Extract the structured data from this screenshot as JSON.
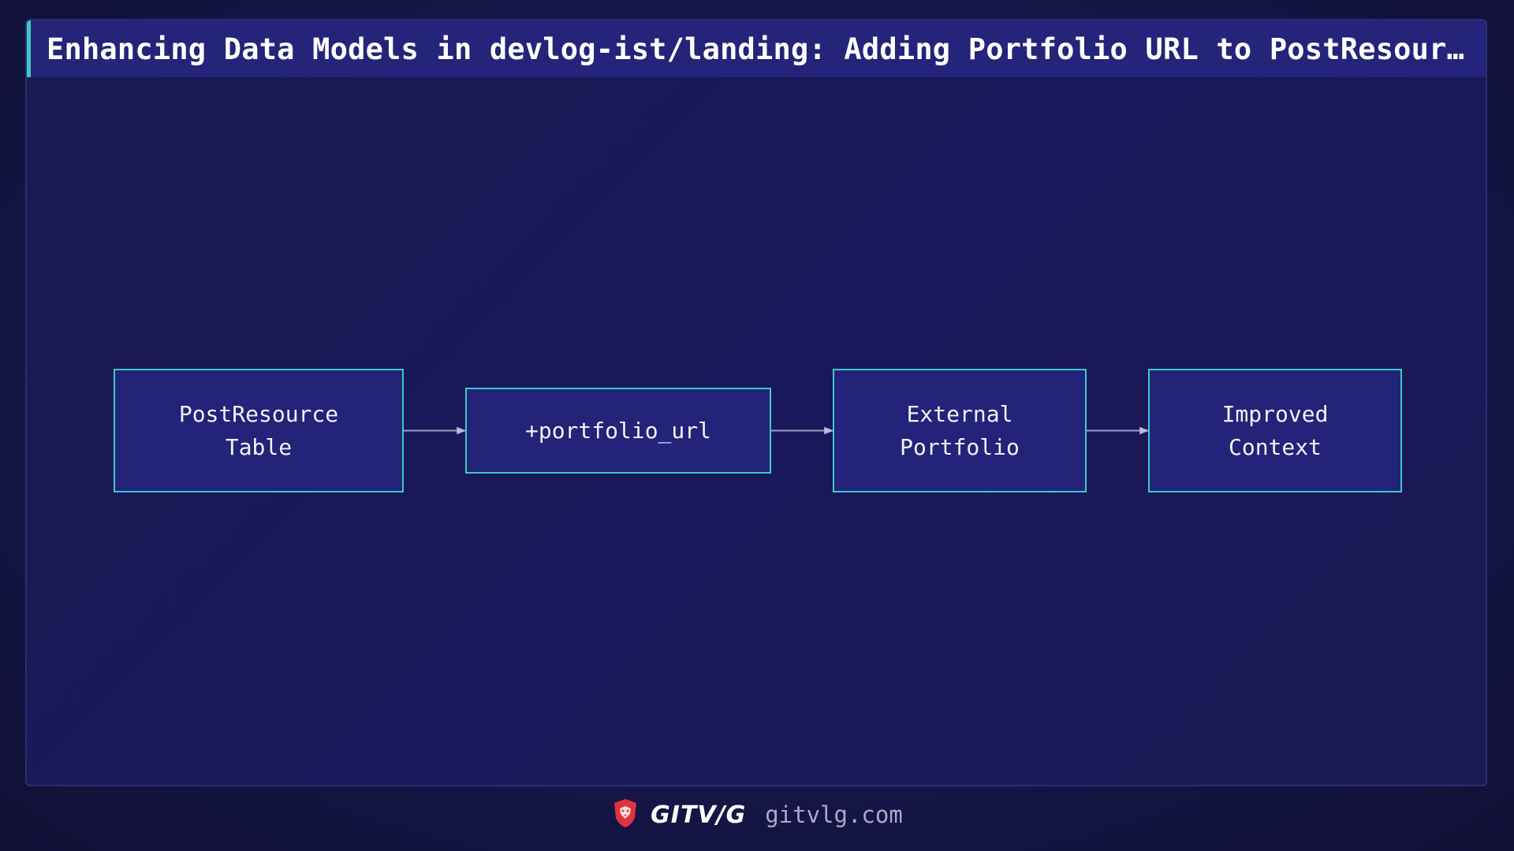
{
  "title": "Enhancing Data Models in devlog-ist/landing: Adding Portfolio URL to PostResour…",
  "nodes": [
    {
      "id": "post-resource-table",
      "label": "PostResource\nTable"
    },
    {
      "id": "portfolio-url",
      "label": "+portfolio_url"
    },
    {
      "id": "external-portfolio",
      "label": "External\nPortfolio"
    },
    {
      "id": "improved-context",
      "label": "Improved\nContext"
    }
  ],
  "edges": [
    {
      "from": "post-resource-table",
      "to": "portfolio-url"
    },
    {
      "from": "portfolio-url",
      "to": "external-portfolio"
    },
    {
      "from": "external-portfolio",
      "to": "improved-context"
    }
  ],
  "footer": {
    "brand": "GITV/G",
    "site": "gitvlg.com",
    "logo_icon": "lion-shield-icon"
  },
  "colors": {
    "node_border": "#3ec9c9",
    "node_fill": "#23237a",
    "edge": "#9a9cc8",
    "title_bar": "#24247a",
    "logo": "#e0343c"
  }
}
